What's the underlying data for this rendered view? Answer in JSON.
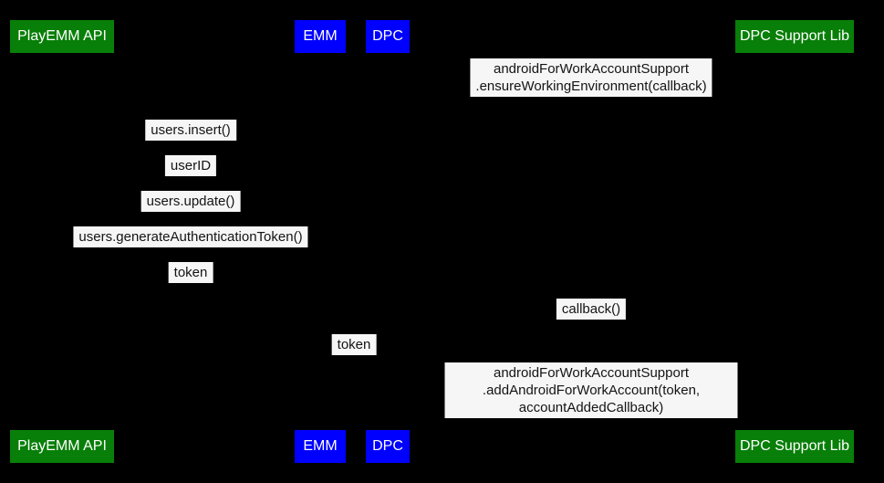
{
  "diagram": {
    "type": "sequence-diagram",
    "colors": {
      "background": "#000000",
      "participant_green": "#087F08",
      "participant_blue": "#0000FF",
      "participant_text": "#FFFFFF",
      "message_background": "#F6F6F6",
      "message_text": "#141414"
    },
    "participants": [
      {
        "label": "PlayEMM API",
        "color": "#087F08"
      },
      {
        "label": "EMM",
        "color": "#0000FF"
      },
      {
        "label": "DPC",
        "color": "#0000FF"
      },
      {
        "label": "DPC Support Lib",
        "color": "#087F08"
      }
    ],
    "messages": [
      {
        "from": "DPC",
        "to": "DPC Support Lib",
        "text": "androidForWorkAccountSupport\n.ensureWorkingEnvironment(callback)"
      },
      {
        "from": "EMM",
        "to": "PlayEMM API",
        "text": "users.insert()"
      },
      {
        "from": "PlayEMM API",
        "to": "EMM",
        "text": "userID"
      },
      {
        "from": "EMM",
        "to": "PlayEMM API",
        "text": "users.update()"
      },
      {
        "from": "EMM",
        "to": "PlayEMM API",
        "text": "users.generateAuthenticationToken()"
      },
      {
        "from": "PlayEMM API",
        "to": "EMM",
        "text": "token"
      },
      {
        "from": "DPC Support Lib",
        "to": "DPC",
        "text": "callback()"
      },
      {
        "from": "EMM",
        "to": "DPC",
        "text": "token"
      },
      {
        "from": "DPC",
        "to": "DPC Support Lib",
        "text": "androidForWorkAccountSupport\n.addAndroidForWorkAccount(token, accountAddedCallback)"
      }
    ]
  }
}
